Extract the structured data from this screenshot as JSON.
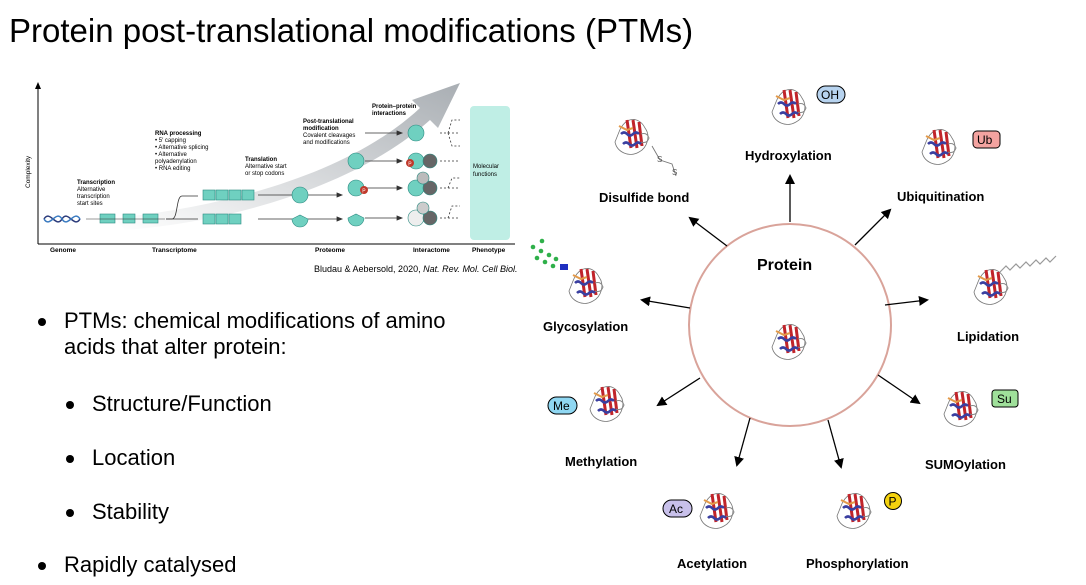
{
  "title": "Protein post-translational modifications (PTMs)",
  "inset": {
    "axis_y": "Complexity",
    "stages": {
      "transcription": {
        "title": "Transcription",
        "lines": [
          "Alternative",
          "transcription",
          "start sites"
        ]
      },
      "rna": {
        "title": "RNA processing",
        "lines": [
          "• 5′ capping",
          "• Alternative splicing",
          "• Alternative",
          "  polyadenylation",
          "• RNA editing"
        ]
      },
      "translation": {
        "title": "Translation",
        "lines": [
          "Alternative start",
          "or stop codons"
        ]
      },
      "ptm": {
        "title_lines": [
          "Post-translational",
          "modification"
        ],
        "lines": [
          "Covalent cleavages",
          "and modifications"
        ]
      },
      "ppi": {
        "title_lines": [
          "Protein–protein",
          "interactions"
        ]
      },
      "molecular": [
        "Molecular",
        "functions"
      ]
    },
    "axis_labels": [
      "Genome",
      "Transcriptome",
      "Proteome",
      "Interactome",
      "Phenotype"
    ],
    "ptm_marker": "P"
  },
  "citation": {
    "authors": "Bludau & Aebersold, 2020, ",
    "journal": "Nat. Rev. Mol. Cell Biol."
  },
  "bullets": [
    {
      "line1": "PTMs: chemical modifications of amino",
      "line2": "acids that alter protein:"
    },
    {
      "text": "Structure/Function"
    },
    {
      "text": "Location"
    },
    {
      "text": "Stability"
    },
    {
      "text": "Rapidly catalysed"
    }
  ],
  "diagram": {
    "center": "Protein",
    "mods": {
      "hydroxylation": {
        "label": "Hydroxylation",
        "tag": "OH"
      },
      "ubiquitination": {
        "label": "Ubiquitination",
        "tag": "Ub"
      },
      "lipidation": {
        "label": "Lipidation"
      },
      "sumoylation": {
        "label": "SUMOylation",
        "tag": "Su"
      },
      "phosphorylation": {
        "label": "Phosphorylation",
        "tag": "P"
      },
      "acetylation": {
        "label": "Acetylation",
        "tag": "Ac"
      },
      "methylation": {
        "label": "Methylation",
        "tag": "Me"
      },
      "glycosylation": {
        "label": "Glycosylation"
      },
      "disulfide": {
        "label": "Disulfide bond",
        "s1": "S",
        "s2": "S"
      }
    },
    "colors": {
      "ring": "#d9a39a",
      "helix": "#3a3fa0",
      "sheet": "#c0242a",
      "loop": "#e39a4a",
      "OH": "#b7d3ef",
      "Ub": "#f3a3a0",
      "Su": "#9fe09a",
      "P": "#f4d20e",
      "Ac": "#c8c0ea",
      "Me": "#8fd7f2",
      "inset_cyan": "#6fd0c0",
      "panel": "#bfeee5"
    }
  }
}
